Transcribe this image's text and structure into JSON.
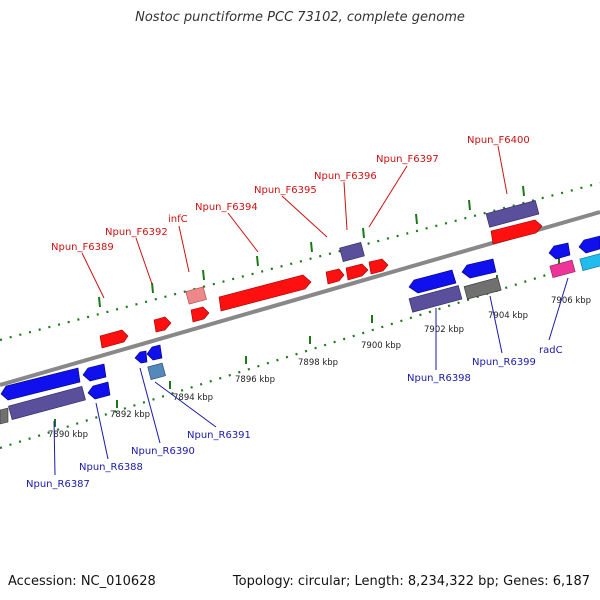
{
  "title": "Nostoc punctiforme PCC 73102, complete genome",
  "footer": {
    "accession": "Accession: NC_010628",
    "summary": "Topology: circular; Length: 8,234,322 bp; Genes: 6,187"
  },
  "colors": {
    "forward_label": "#cc1111",
    "reverse_label": "#1a1aaa",
    "forward_gene": "#ff1010",
    "reverse_gene": "#1010ee",
    "operon": "#5a4f9a",
    "backbone": "#888888",
    "tick": "#1a7a1a",
    "pink": "#ee3399",
    "cyan": "#22bbee",
    "light_red": "#ee8888",
    "steel": "#5588bb",
    "grey": "#707070"
  },
  "ticks": [
    "7890 kbp",
    "7892 kbp",
    "7894 kbp",
    "7896 kbp",
    "7898 kbp",
    "7900 kbp",
    "7902 kbp",
    "7904 kbp",
    "7906 kbp"
  ],
  "forward_labels": [
    "Npun_F6389",
    "Npun_F6392",
    "infC",
    "Npun_F6394",
    "Npun_F6395",
    "Npun_F6396",
    "Npun_F6397",
    "Npun_F6400"
  ],
  "reverse_labels": [
    "Npun_R6387",
    "Npun_R6388",
    "Npun_R6390",
    "Npun_R6391",
    "Npun_R6398",
    "Npun_R6399",
    "radC"
  ]
}
